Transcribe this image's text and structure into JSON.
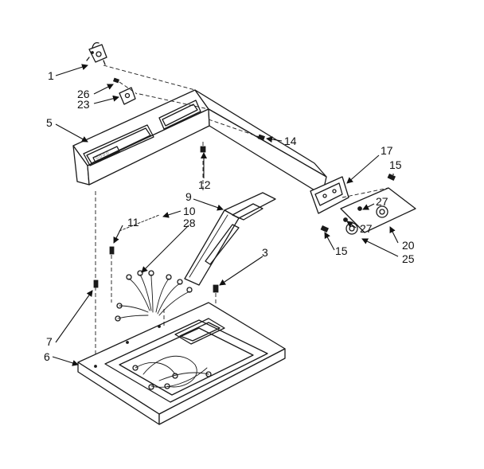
{
  "diagram": {
    "brand_text": "○○○○",
    "callouts": [
      {
        "id": "c1",
        "text": "1"
      },
      {
        "id": "c26",
        "text": "26"
      },
      {
        "id": "c23",
        "text": "23"
      },
      {
        "id": "c5",
        "text": "5"
      },
      {
        "id": "c14",
        "text": "14"
      },
      {
        "id": "c17",
        "text": "17"
      },
      {
        "id": "c15a",
        "text": "15"
      },
      {
        "id": "c12",
        "text": "12"
      },
      {
        "id": "c9",
        "text": "9"
      },
      {
        "id": "c10",
        "text": "10"
      },
      {
        "id": "c28",
        "text": "28"
      },
      {
        "id": "c11",
        "text": "11"
      },
      {
        "id": "c3",
        "text": "3"
      },
      {
        "id": "c27a",
        "text": "27"
      },
      {
        "id": "c27b",
        "text": "27"
      },
      {
        "id": "c20",
        "text": "20"
      },
      {
        "id": "c15b",
        "text": "15"
      },
      {
        "id": "c25",
        "text": "25"
      },
      {
        "id": "c7",
        "text": "7"
      },
      {
        "id": "c6",
        "text": "6"
      }
    ]
  }
}
